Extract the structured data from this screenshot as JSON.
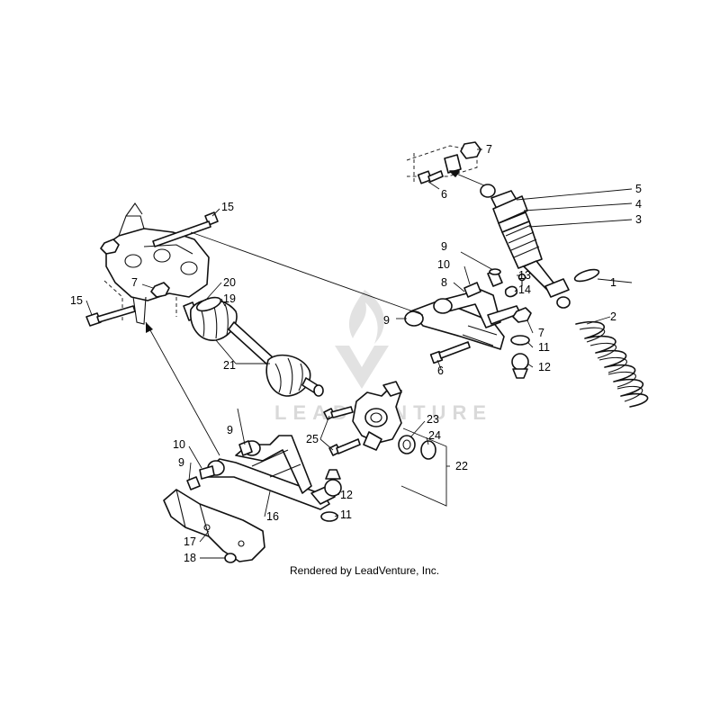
{
  "watermark": {
    "text": "LEADVENTURE"
  },
  "credit": "Rendered by LeadVenture, Inc.",
  "callouts": {
    "c1": "1",
    "c2": "2",
    "c3": "3",
    "c4": "4",
    "c5": "5",
    "c6a": "6",
    "c6b": "6",
    "c7a": "7",
    "c7b": "7",
    "c7c": "7",
    "c8": "8",
    "c9a": "9",
    "c9b": "9",
    "c9c": "9",
    "c9d": "9",
    "c10a": "10",
    "c10b": "10",
    "c11a": "11",
    "c11b": "11",
    "c12a": "12",
    "c12b": "12",
    "c13": "13",
    "c14": "14",
    "c15a": "15",
    "c15b": "15",
    "c16": "16",
    "c17": "17",
    "c18": "18",
    "c19": "19",
    "c20": "20",
    "c21": "21",
    "c22": "22",
    "c23": "23",
    "c24": "24",
    "c25": "25"
  }
}
